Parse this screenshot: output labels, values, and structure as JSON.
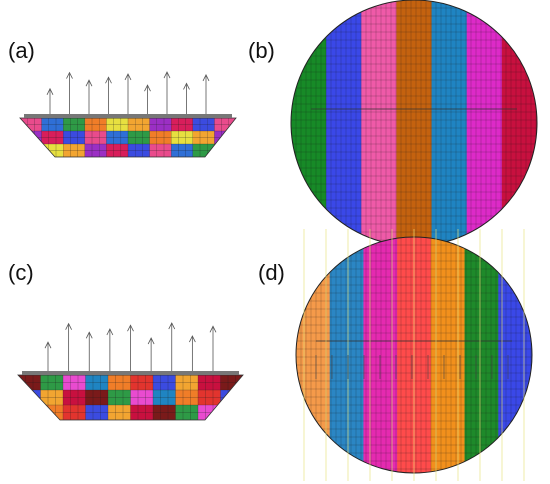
{
  "panels": [
    {
      "id": "a",
      "label": "(a)",
      "view": "side",
      "colors": [
        "#e94b8c",
        "#f2a531",
        "#2f6fd6",
        "#9b2fc4",
        "#2e9a46",
        "#d81e5b",
        "#f07d28",
        "#3b4be0",
        "#e7e040"
      ]
    },
    {
      "id": "b",
      "label": "(b)",
      "view": "top",
      "strips": [
        "#178a27",
        "#3a48e8",
        "#ef5aa8",
        "#c4620f",
        "#1f84c2",
        "#dd2ac8",
        "#c8103f"
      ]
    },
    {
      "id": "c",
      "label": "(c)",
      "view": "side",
      "colors": [
        "#7a1a1a",
        "#e2342e",
        "#2e9a46",
        "#3b4be0",
        "#e94bd0",
        "#f2a531",
        "#1f84c2",
        "#c8103f",
        "#f07d28"
      ]
    },
    {
      "id": "d",
      "label": "(d)",
      "view": "top",
      "strips": [
        "#f59a4a",
        "#2b86c4",
        "#e52ab0",
        "#ff4b4b",
        "#f2901c",
        "#1e8a2a",
        "#3a48e8"
      ]
    }
  ]
}
